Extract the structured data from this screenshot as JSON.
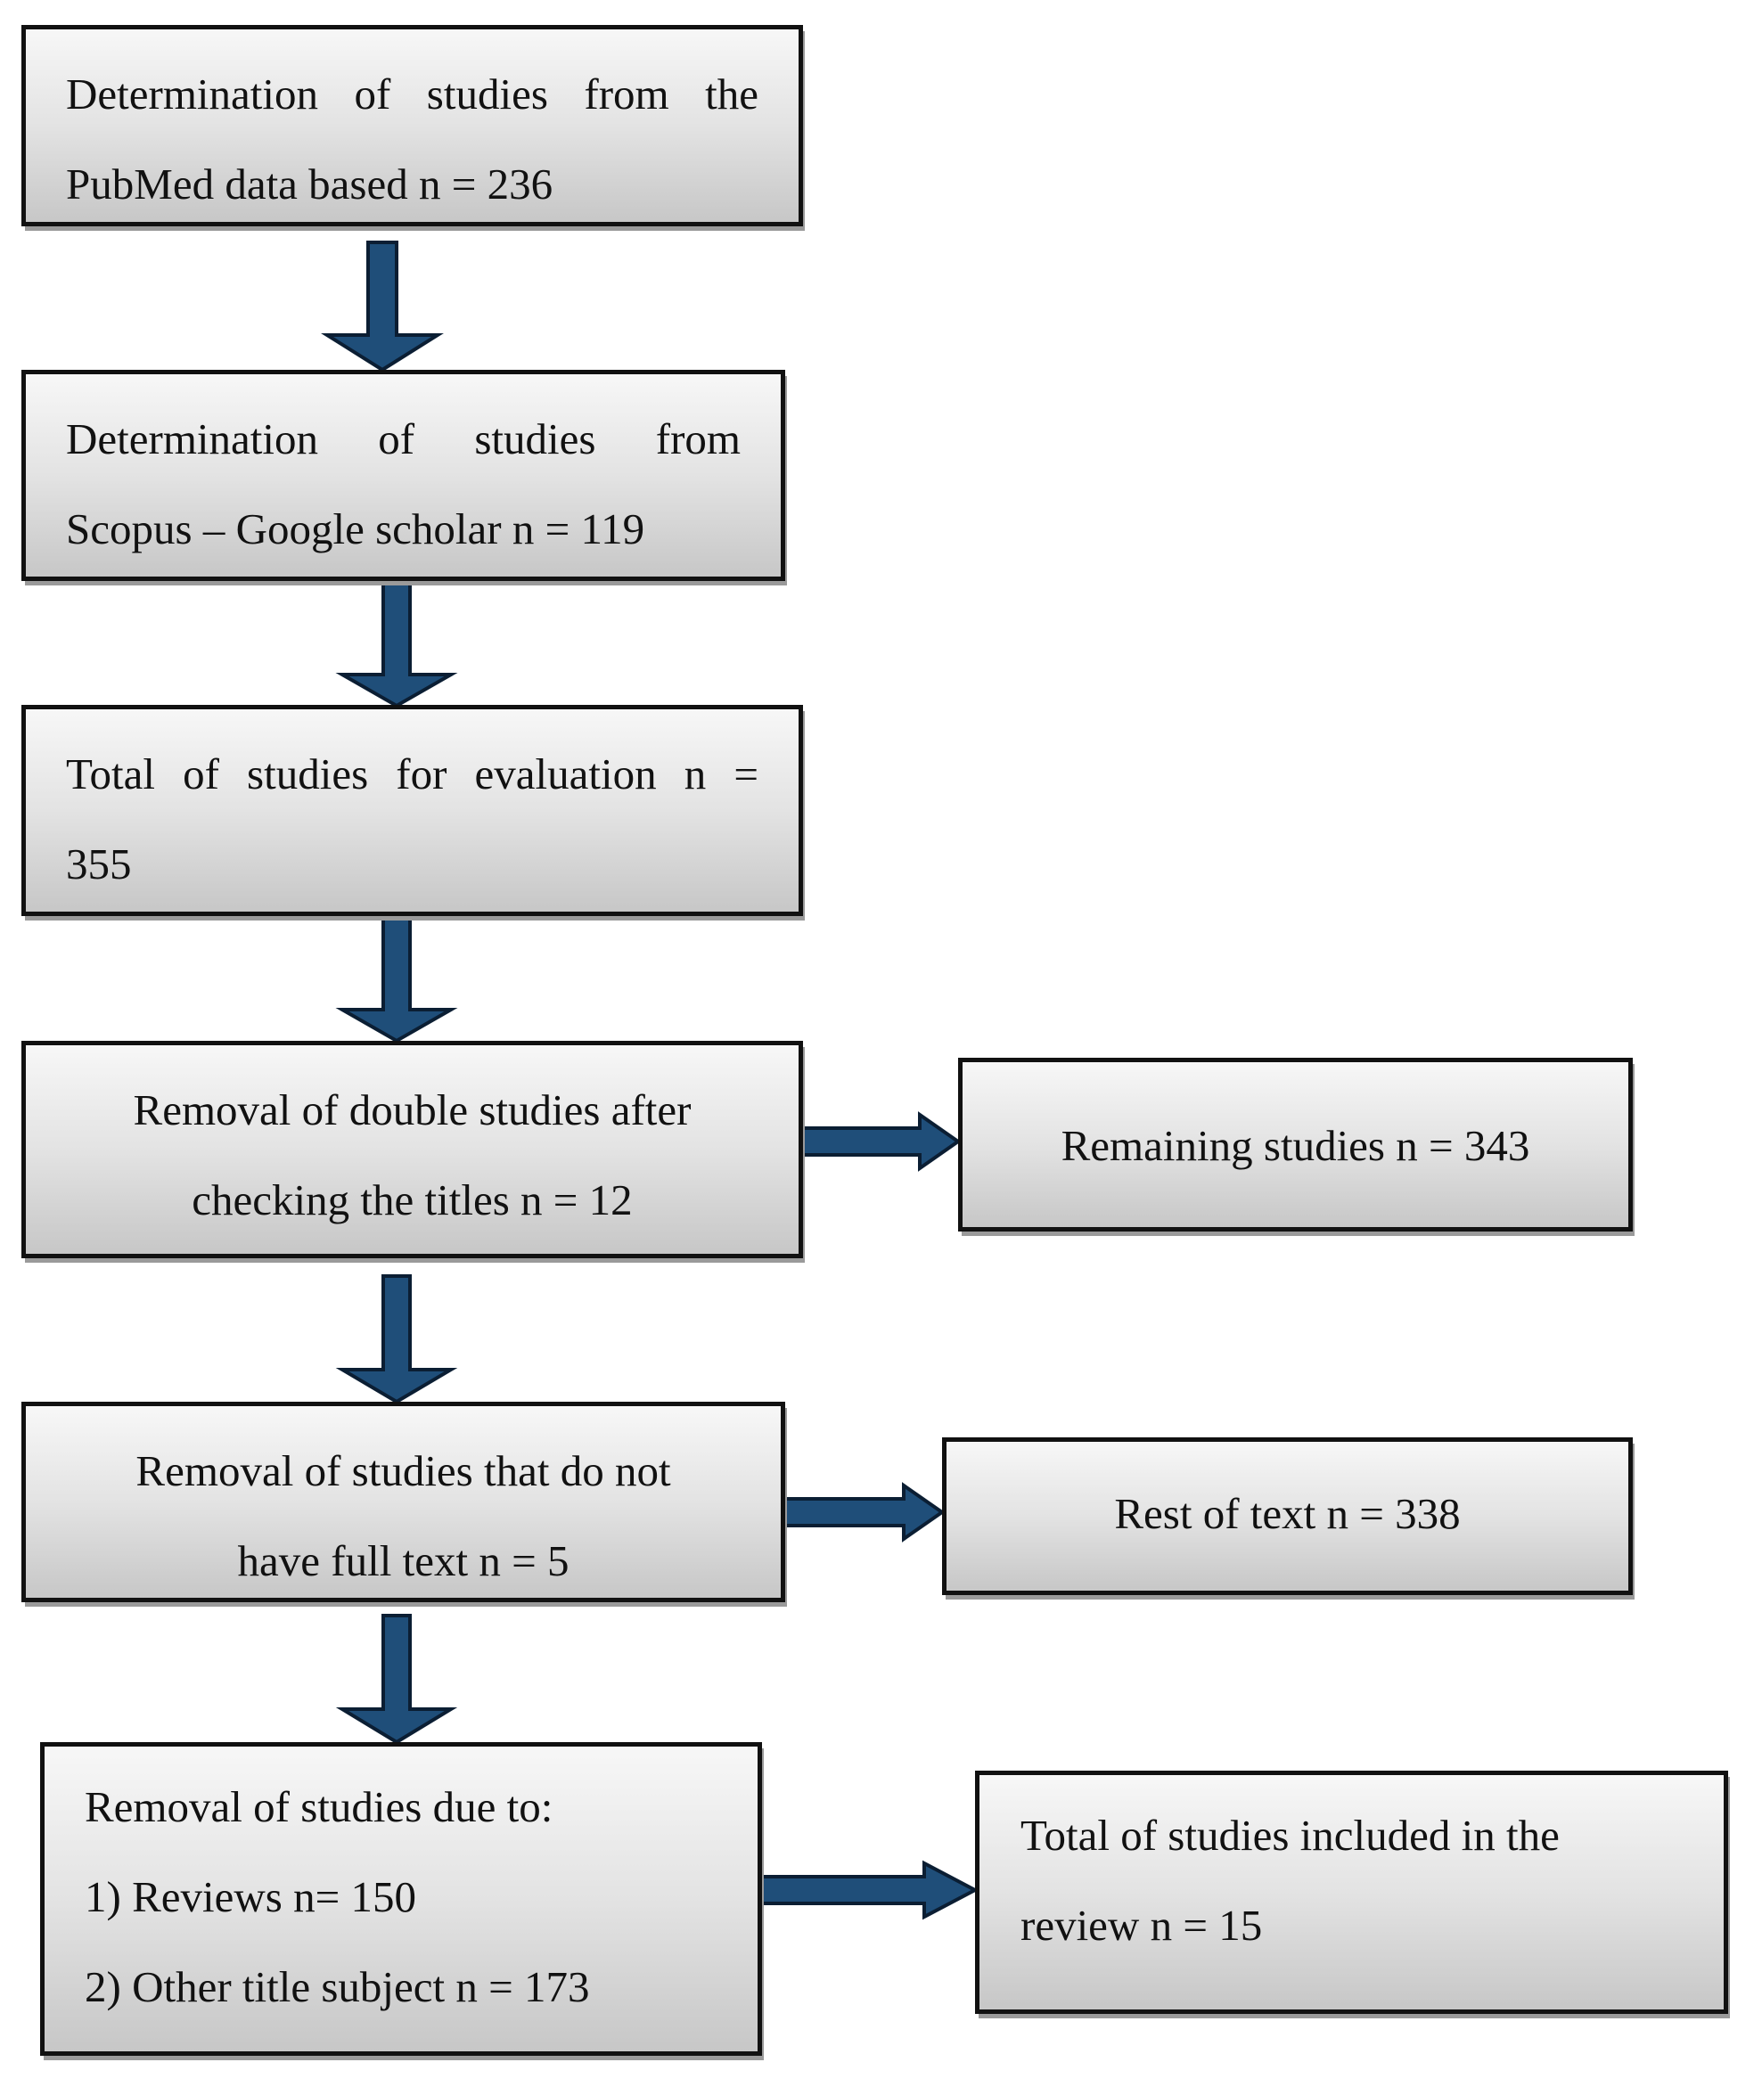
{
  "flowchart": {
    "box1": {
      "lines": [
        "Determination of studies from the",
        "PubMed data based n = 236"
      ]
    },
    "box2": {
      "lines": [
        "Determination of studies from",
        "Scopus – Google scholar n = 119"
      ]
    },
    "box3": {
      "lines": [
        "Total of studies for evaluation n =",
        "355"
      ]
    },
    "box4": {
      "lines": [
        "Removal of double studies after",
        "checking the titles n = 12"
      ]
    },
    "box5": {
      "lines": [
        "Removal of studies that do not",
        "have full text n = 5"
      ]
    },
    "box6": {
      "lines": [
        "Removal of studies due to:",
        "1) Reviews n= 150",
        "2) Other title subject n = 173"
      ]
    },
    "side1": {
      "text": "Remaining studies n = 343"
    },
    "side2": {
      "text": "Rest of text n = 338"
    },
    "side3": {
      "lines": [
        "Total of studies included in the",
        "review n = 15"
      ]
    }
  },
  "colors": {
    "arrow": "#1f4e79",
    "arrow_stroke": "#0b1e33",
    "box_border": "#111111"
  }
}
